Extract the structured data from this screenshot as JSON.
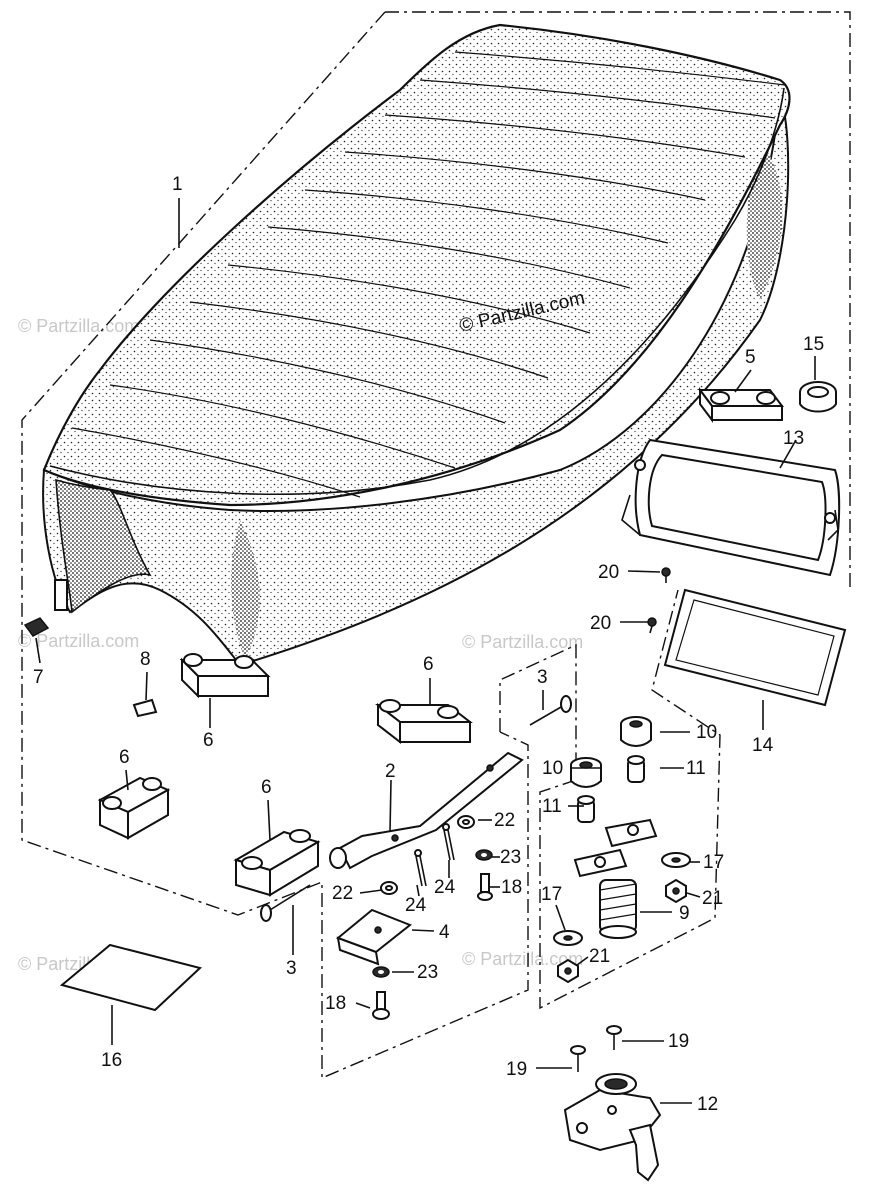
{
  "watermarks": {
    "main": "© Partzilla.com",
    "faint": "© Partzilla.com"
  },
  "callouts": {
    "p1": "1",
    "p2": "2",
    "p3a": "3",
    "p3b": "3",
    "p4": "4",
    "p5": "5",
    "p6a": "6",
    "p6b": "6",
    "p6c": "6",
    "p6d": "6",
    "p7": "7",
    "p8": "8",
    "p9": "9",
    "p10a": "10",
    "p10b": "10",
    "p11a": "11",
    "p11b": "11",
    "p12": "12",
    "p13": "13",
    "p14": "14",
    "p15": "15",
    "p16": "16",
    "p17a": "17",
    "p17b": "17",
    "p18a": "18",
    "p18b": "18",
    "p19a": "19",
    "p19b": "19",
    "p20a": "20",
    "p20b": "20",
    "p21a": "21",
    "p21b": "21",
    "p22a": "22",
    "p22b": "22",
    "p23a": "23",
    "p23b": "23",
    "p24a": "24",
    "p24b": "24"
  }
}
